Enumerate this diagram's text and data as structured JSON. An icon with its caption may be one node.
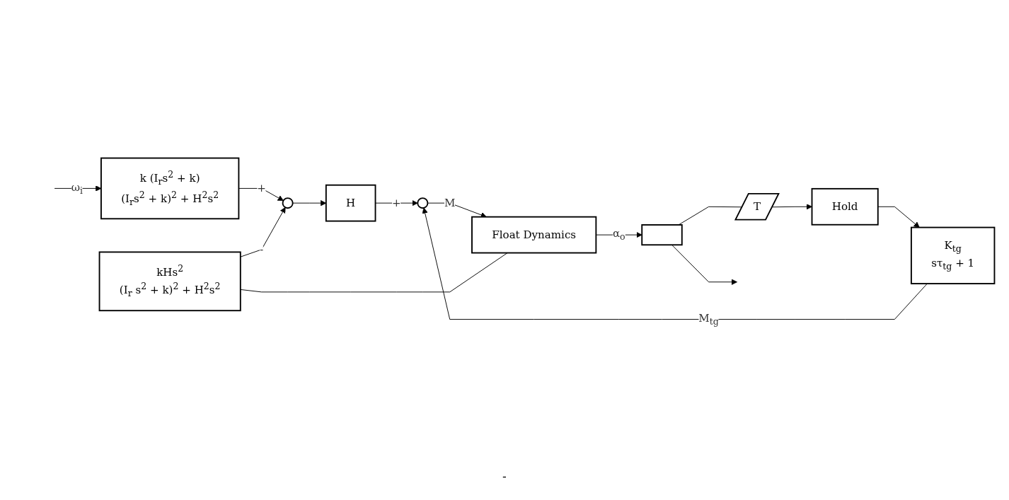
{
  "diagram": {
    "nodes": [
      {
        "text": [
          "kHs$^{2}$",
          "(I$_{r}$ s$^{2}$ + k)$^{2}$ + H$^{2}$s$^{2}$"
        ]
      },
      {
        "text": [
          "k (I$_{r}$s$^{2}$ + k)",
          "(I$_{r}$s$^{2}$ + k)$^{2}$ + H$^{2}$s$^{2}$"
        ]
      },
      {
        "text": [],
        "shape": "circle"
      },
      {
        "text": [
          "H"
        ]
      },
      {
        "text": [],
        "shape": "circle"
      },
      {
        "text": [
          "Float Dynamics"
        ]
      },
      {
        "text": [],
        "shape": "box"
      },
      {
        "text": [
          "K$_{tg}$",
          "sτ$_{tg}$ + 1"
        ]
      },
      {
        "text": [
          "Hold"
        ]
      },
      {
        "text": [
          "T"
        ]
      }
    ],
    "edges": [
      {
        "from": null,
        "to": 1,
        "arrow": "to",
        "label": "ω$_{i}$"
      },
      {
        "from": 1,
        "to": 2,
        "arrow": "to",
        "label": "+"
      },
      {
        "from": 0,
        "to": 2,
        "arrow": "to",
        "label": "-"
      },
      {
        "from": 2,
        "to": 3,
        "arrow": "to"
      },
      {
        "from": 3,
        "to": 4,
        "arrow": "to",
        "label": "+"
      },
      {
        "from": 4,
        "to": 5,
        "arrow": "to",
        "label": "M"
      },
      {
        "from": 5,
        "to": 6,
        "arrow": "to",
        "label": "α$_{o}$"
      },
      {
        "from": 5,
        "to": 0,
        "arrow": "none"
      },
      {
        "from": 6,
        "to": null,
        "arrow": "to"
      },
      {
        "from": 6,
        "to": 9,
        "arrow": "none"
      },
      {
        "from": 9,
        "to": 8,
        "arrow": "to"
      },
      {
        "from": 8,
        "to": 7,
        "arrow": "to"
      },
      {
        "from": 7,
        "to": 4,
        "arrow": "to",
        "label": "M$_{tg}$"
      }
    ],
    "labels": [
      "-"
    ]
  }
}
